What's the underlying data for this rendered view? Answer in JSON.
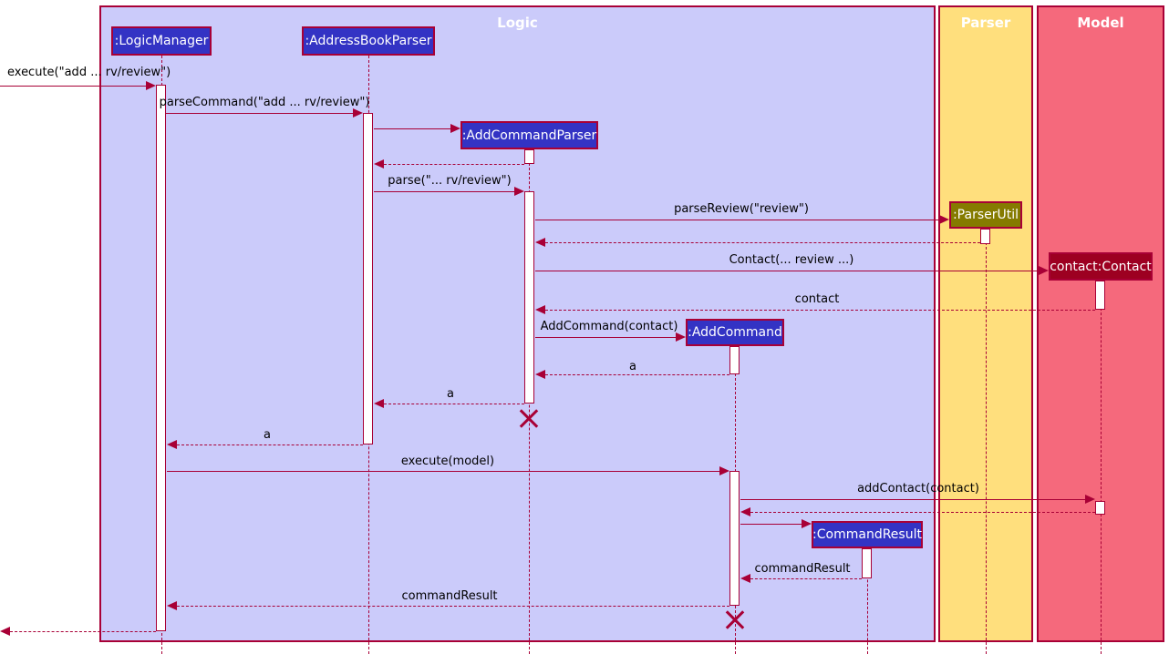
{
  "frames": {
    "logic": {
      "label": "Logic",
      "fill": "#CBCBFA"
    },
    "parser": {
      "label": "Parser",
      "fill": "#FFDF7D"
    },
    "model": {
      "label": "Model",
      "fill": "#F5697C"
    }
  },
  "participants": {
    "logic_manager": {
      "label": ":LogicManager",
      "fill": "#3333C4"
    },
    "address_book_parser": {
      "label": ":AddressBookParser",
      "fill": "#3333C4"
    },
    "add_command_parser": {
      "label": ":AddCommandParser",
      "fill": "#3333C4"
    },
    "add_command": {
      "label": ":AddCommand",
      "fill": "#3333C4"
    },
    "command_result": {
      "label": ":CommandResult",
      "fill": "#3333C4"
    },
    "parser_util": {
      "label": ":ParserUtil",
      "fill": "#857B00"
    },
    "contact": {
      "label": "contact:Contact",
      "fill": "#9D0021"
    }
  },
  "messages": {
    "execute": "execute(\"add ... rv/review\")",
    "parse_command": "parseCommand(\"add ... rv/review\")",
    "parse": "parse(\"... rv/review\")",
    "parse_review": "parseReview(\"review\")",
    "contact_ctor": "Contact(... review ...)",
    "contact_return": "contact",
    "add_command_ctor": "AddCommand(contact)",
    "return_a1": "a",
    "return_a2": "a",
    "return_a3": "a",
    "execute_model": "execute(model)",
    "add_contact": "addContact(contact)",
    "command_result_1": "commandResult",
    "command_result_2": "commandResult"
  },
  "colors": {
    "arrow": "#A80036",
    "frame_border": "#A80036",
    "logic_fill": "#CBCBFA",
    "parser_fill": "#FFDF7D",
    "model_fill": "#F5697C",
    "blue_participant": "#3333C4",
    "olive_participant": "#857B00",
    "dark_red_participant": "#9D0021",
    "activation_fill": "#FFFFFF",
    "message_text": "#000000",
    "participant_text": "#FFFFFF"
  }
}
